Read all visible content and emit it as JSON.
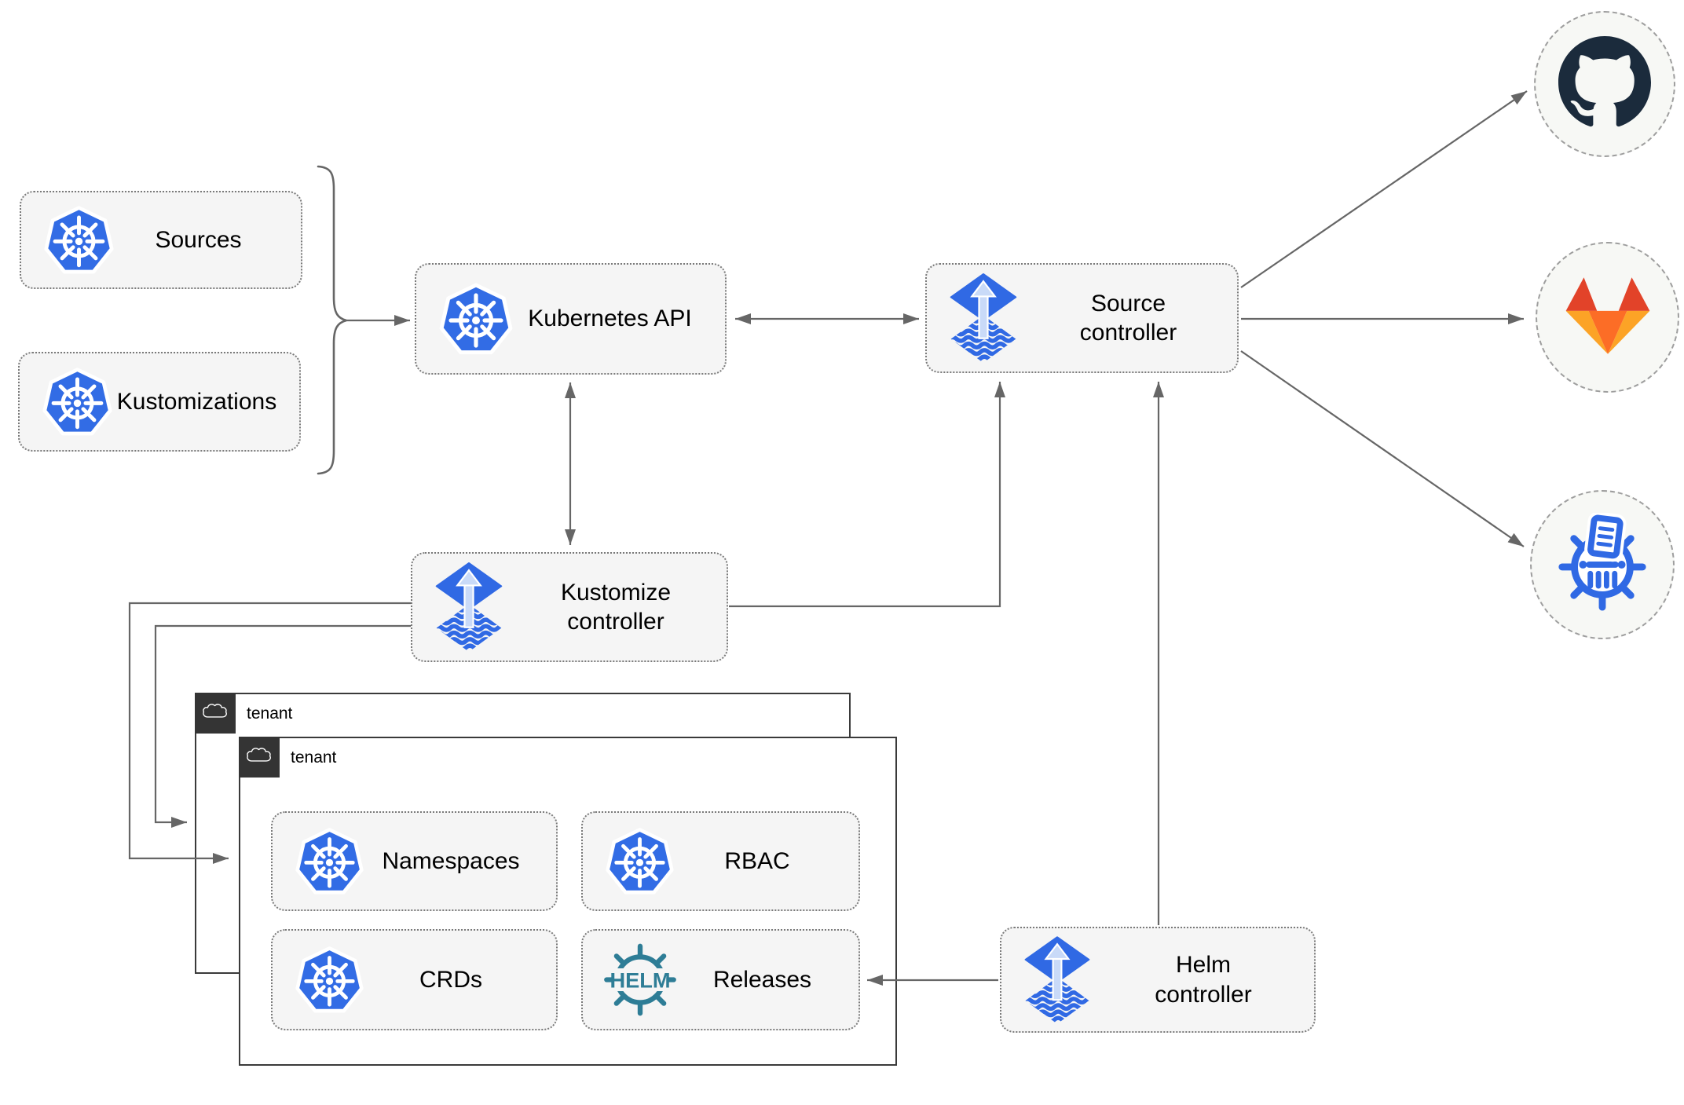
{
  "diagram_type": "flux-gitops-architecture",
  "nodes": {
    "sources": {
      "label": "Sources",
      "icon": "kubernetes-icon"
    },
    "kustomizations": {
      "label": "Kustomizations",
      "icon": "kubernetes-icon"
    },
    "kubernetes_api": {
      "label": "Kubernetes API",
      "icon": "kubernetes-icon"
    },
    "source_controller": {
      "label": "Source controller",
      "icon": "flux-icon"
    },
    "kustomize_controller": {
      "label": "Kustomize controller",
      "icon": "flux-icon"
    },
    "helm_controller": {
      "label": "Helm controller",
      "icon": "flux-icon"
    },
    "namespaces": {
      "label": "Namespaces",
      "icon": "kubernetes-icon"
    },
    "rbac": {
      "label": "RBAC",
      "icon": "kubernetes-icon"
    },
    "crds": {
      "label": "CRDs",
      "icon": "kubernetes-icon"
    },
    "releases": {
      "label": "Releases",
      "icon": "helm-wheel-icon"
    },
    "helm_logo_text": "HELM",
    "tenant_back": {
      "label": "tenant",
      "icon": "cloud-icon"
    },
    "tenant_front": {
      "label": "tenant",
      "icon": "cloud-icon"
    }
  },
  "external": {
    "github": {
      "icon": "github-icon"
    },
    "gitlab": {
      "icon": "gitlab-icon"
    },
    "chartmuseum": {
      "icon": "chartmuseum-icon"
    }
  },
  "edges": [
    {
      "from": "sources-and-kustomizations-brace",
      "to": "kubernetes-api",
      "style": "arrow"
    },
    {
      "from": "kubernetes-api",
      "to": "source-controller",
      "style": "double-arrow"
    },
    {
      "from": "kubernetes-api",
      "to": "kustomize-controller",
      "style": "double-arrow"
    },
    {
      "from": "kustomize-controller",
      "to": "source-controller",
      "style": "arrow"
    },
    {
      "from": "helm-controller",
      "to": "source-controller",
      "style": "arrow"
    },
    {
      "from": "helm-controller",
      "to": "releases",
      "style": "arrow"
    },
    {
      "from": "source-controller",
      "to": "github",
      "style": "arrow"
    },
    {
      "from": "source-controller",
      "to": "gitlab",
      "style": "arrow"
    },
    {
      "from": "source-controller",
      "to": "chartmuseum",
      "style": "arrow"
    },
    {
      "from": "kustomize-controller",
      "to": "tenant-front",
      "style": "arrow"
    },
    {
      "from": "kustomize-controller",
      "to": "tenant-back",
      "style": "arrow"
    }
  ],
  "colors": {
    "background": "#ffffff",
    "node_fill": "#f5f5f5",
    "node_border": "#7a7a7a",
    "connector": "#666666",
    "text": "#000000",
    "tenant_border": "#3a3a3a",
    "tenant_header": "#343434",
    "circle_border": "#9e9e9e",
    "circle_fill": "#f7f8f5",
    "kubernetes_blue": "#326ce5",
    "flux_blue": "#3069e4",
    "flux_arrow_light": "#c9daf8",
    "github_dark": "#1b2b3c",
    "gitlab_red": "#e24329",
    "gitlab_orange": "#fc6d26",
    "gitlab_amber": "#fca326",
    "helm_teal": "#2e7d96",
    "chartmuseum_blue": "#3069e4"
  }
}
